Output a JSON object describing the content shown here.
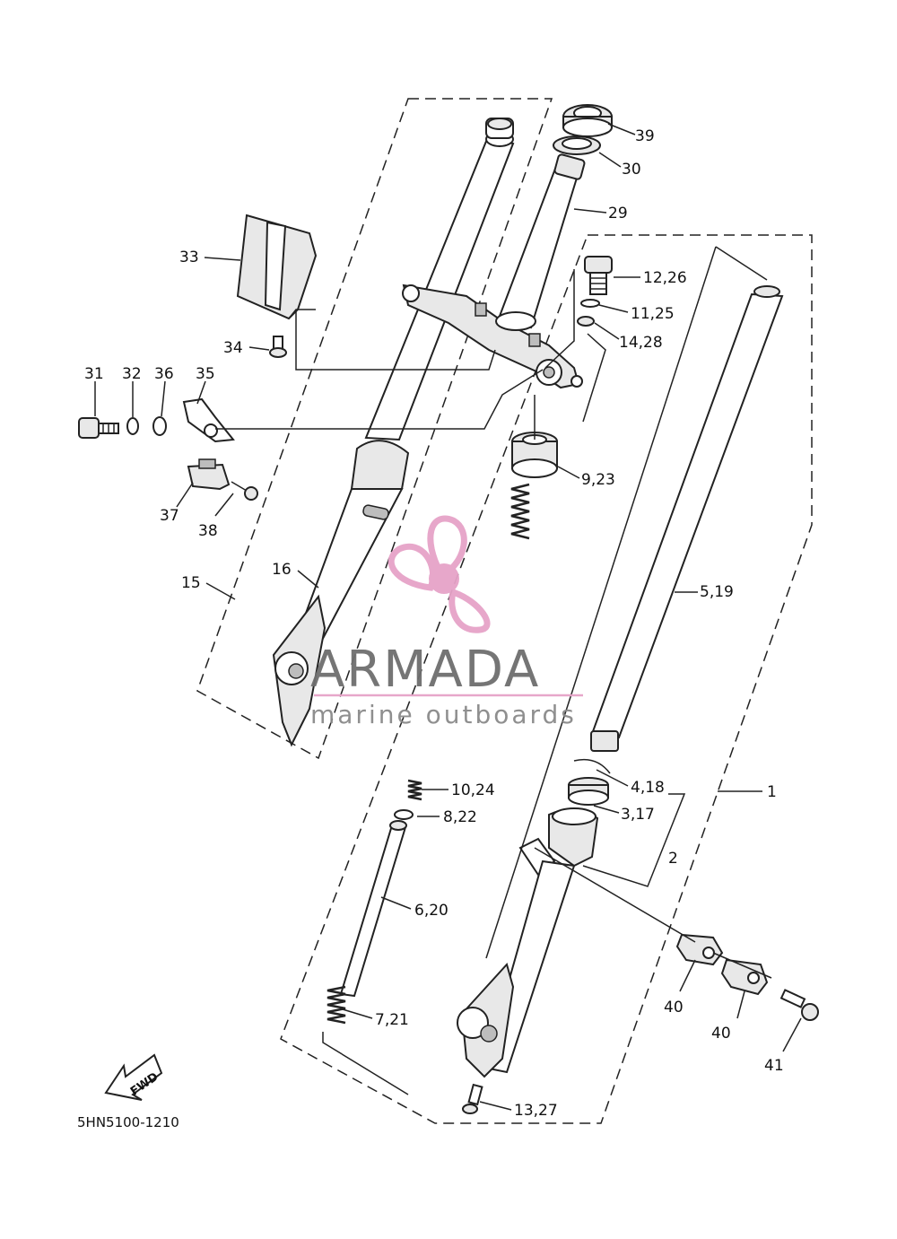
{
  "diagram_code": "5HN5100-1210",
  "fwd_label": "FWD",
  "watermark": {
    "brand": "ARMADA",
    "tagline": "marine outboards",
    "accent_color": "#e6a3c8",
    "text_color": "#6e6e6e"
  },
  "callouts": {
    "c1": "1",
    "c2": "2",
    "c3": "3,17",
    "c4": "4,18",
    "c5": "5,19",
    "c6": "6,20",
    "c7": "7,21",
    "c8": "8,22",
    "c9": "9,23",
    "c10": "10,24",
    "c11": "11,25",
    "c12": "12,26",
    "c13": "13,27",
    "c14": "14,28",
    "c15": "15",
    "c16": "16",
    "c29": "29",
    "c30": "30",
    "c31": "31",
    "c32": "32",
    "c33": "33",
    "c34": "34",
    "c35": "35",
    "c36": "36",
    "c37": "37",
    "c38": "38",
    "c39": "39",
    "c40a": "40",
    "c40b": "40",
    "c41": "41"
  }
}
